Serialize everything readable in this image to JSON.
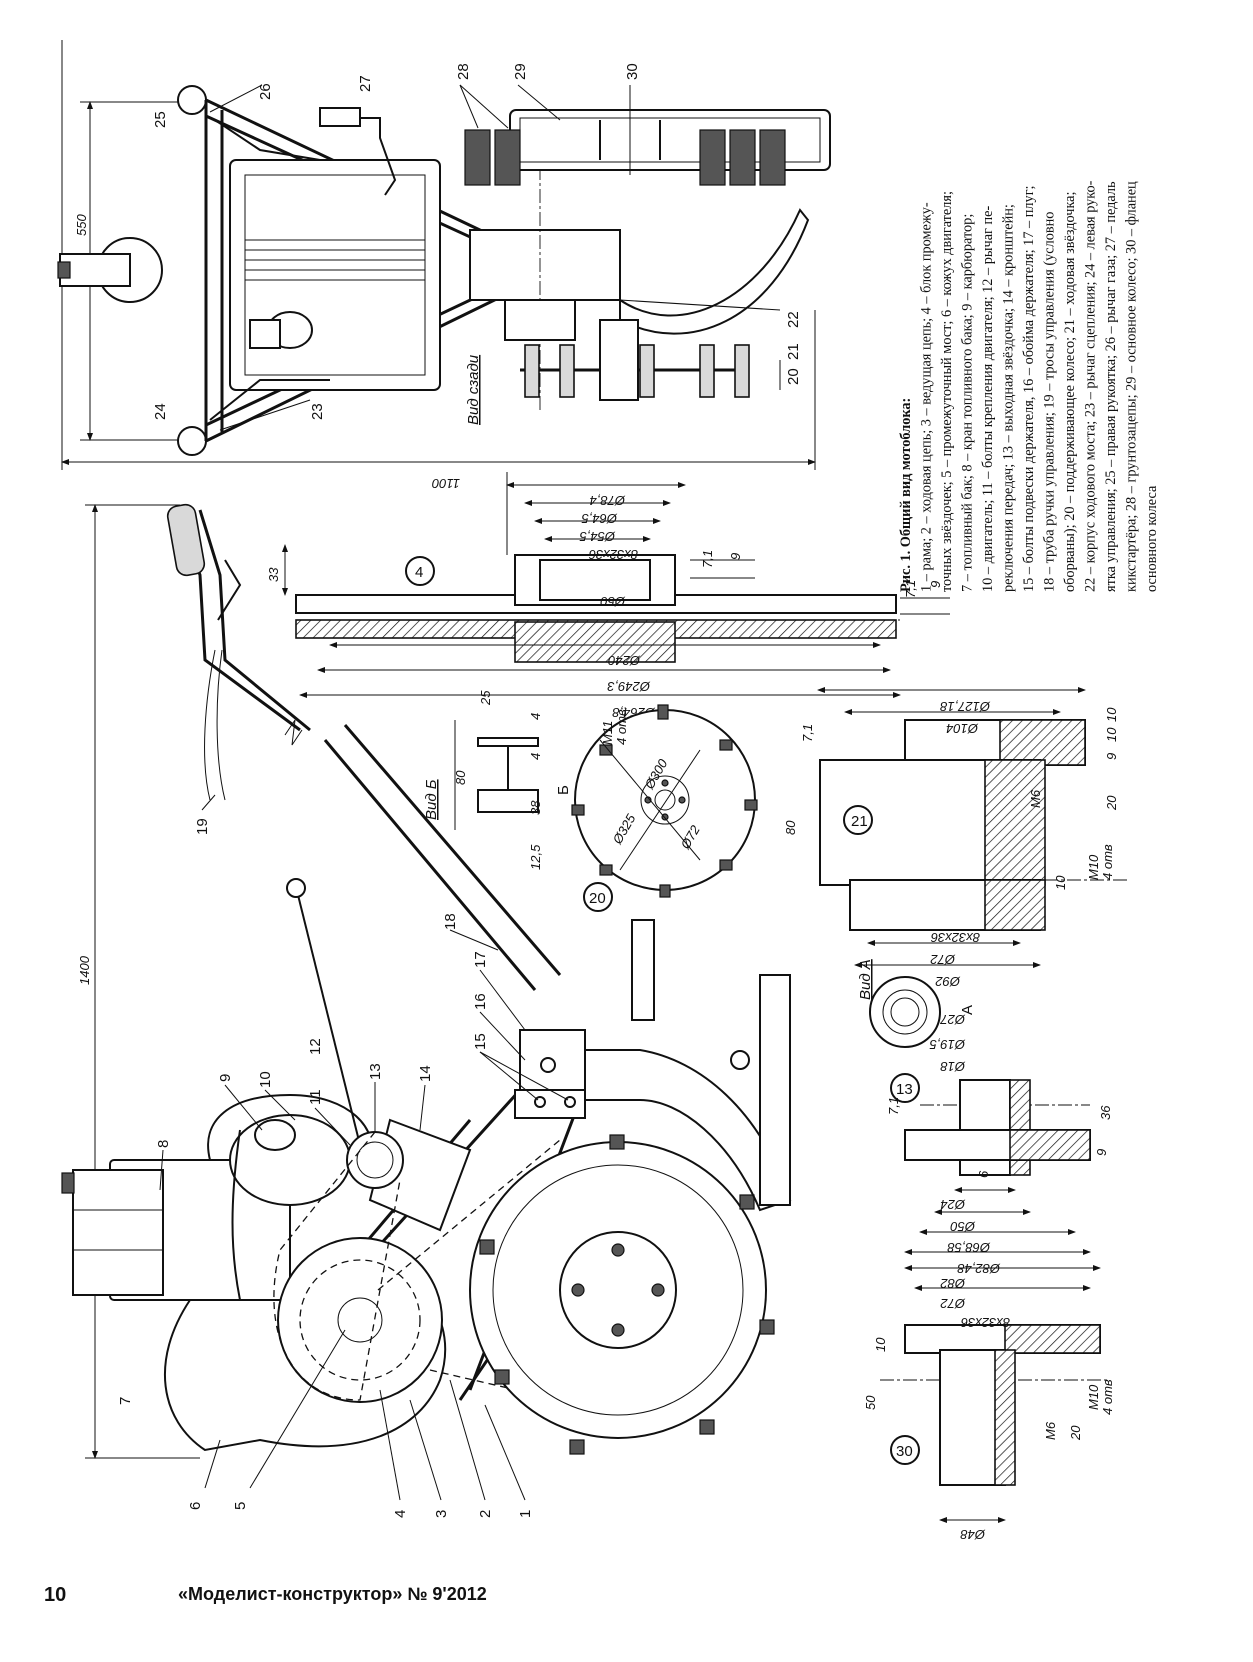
{
  "footer": {
    "page_number": "10",
    "magazine": "«Моделист-конструктор» № 9'2012"
  },
  "caption": {
    "title": "Рис. 1. Общий вид мотоблока:",
    "lines": [
      "1 – рама; 2 – ходовая цепь; 3 – ведущая цепь; 4 – блок промежу-",
      "точных звёздочек; 5 – промежуточный мост; 6 – кожух двигателя;",
      "7 – топливный бак; 8 – кран топливного бака; 9 – карбюратор;",
      "10 – двигатель; 11 – болты крепления двигателя; 12 – рычаг пе-",
      "реключения передач; 13 – выходная звёздочка; 14 – кронштейн;",
      "15 – болты подвески держателя, 16 – обойма держателя; 17 – плуг;",
      "18 – труба ручки управления; 19 – тросы управления (условно",
      "оборваны); 20 – поддерживающее колесо; 21 – ходовая звёздочка;",
      "22 – корпус ходового моста; 23 – рычаг сцепления; 24 – левая руко-",
      "ятка управления; 25 – правая рукоятка; 26 – рычаг газа; 27 – педаль",
      "кикстартёра; 28 – грунтозацепы; 29 – основное колесо; 30 – фланец",
      "основного колеса"
    ]
  },
  "views": {
    "rear": "Вид сзади",
    "view_b": "Вид Б",
    "view_a": "Вид А",
    "arrow_b": "Б",
    "arrow_a": "А"
  },
  "callouts": {
    "side": [
      "1",
      "2",
      "3",
      "4",
      "5",
      "6",
      "7",
      "8",
      "9",
      "10",
      "11",
      "12",
      "13",
      "14",
      "15",
      "16",
      "17",
      "18",
      "19"
    ],
    "rear": [
      "20",
      "21",
      "22",
      "23",
      "24",
      "25",
      "26",
      "27",
      "28",
      "29",
      "30"
    ]
  },
  "detail_markers": [
    "4",
    "13",
    "20",
    "21",
    "30"
  ],
  "dimensions": {
    "overall": [
      "1400",
      "550",
      "1100"
    ],
    "sprocket_4": [
      "Ø78,4",
      "Ø64,5",
      "Ø54,5",
      "8х32х36",
      "Ø50",
      "Ø240",
      "Ø249,3",
      "Ø264,8",
      "33",
      "7,1",
      "9",
      "7,1",
      "9"
    ],
    "wheel_20": [
      "Ø300",
      "Ø325",
      "Ø72",
      "M11",
      "4 отв.",
      "25",
      "4",
      "80",
      "4",
      "38",
      "12,5"
    ],
    "sprocket_21": [
      "Ø127,18",
      "Ø104",
      "Ø92",
      "Ø72",
      "8х32х36",
      "80",
      "7,1",
      "10",
      "9",
      "10",
      "20",
      "M6",
      "10",
      "M10",
      "4 отв"
    ],
    "sprocket_13": [
      "Ø27,5",
      "Ø19,5",
      "Ø18",
      "Ø24",
      "Ø50",
      "Ø68,58",
      "Ø82,48",
      "7,1",
      "36",
      "6",
      "9"
    ],
    "flange_30": [
      "Ø82",
      "Ø72",
      "8х32х36",
      "Ø48",
      "50",
      "10",
      "M6",
      "20",
      "M10",
      "4 отв"
    ]
  }
}
